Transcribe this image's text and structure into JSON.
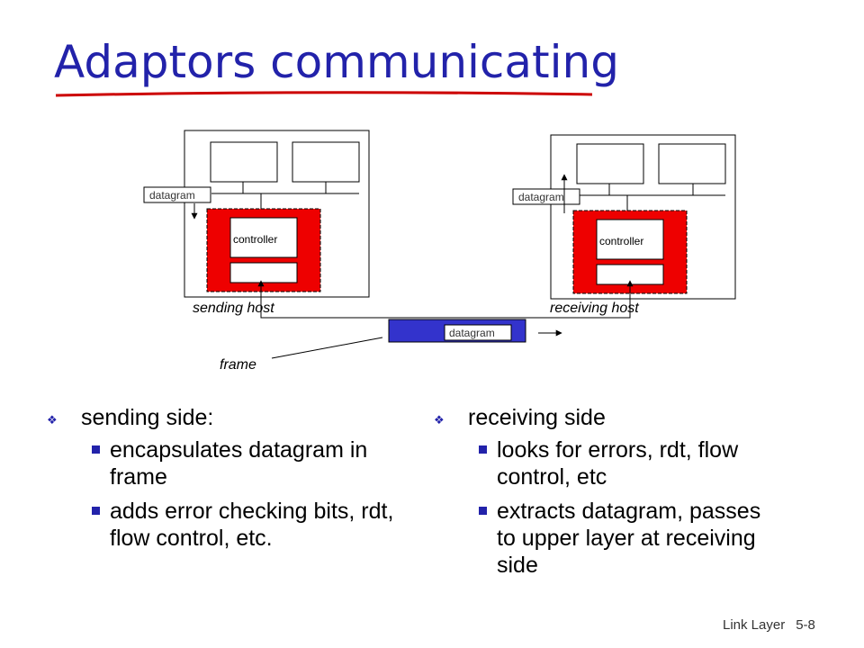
{
  "slide": {
    "title": "Adaptors communicating"
  },
  "diagram": {
    "sending_host_label": "sending host",
    "receiving_host_label": "receiving host",
    "controller_label": "controller",
    "datagram_label": "datagram",
    "frame_label": "frame"
  },
  "left_column": {
    "heading": "sending side:",
    "items": [
      "encapsulates datagram in frame",
      "adds error checking bits, rdt, flow control, etc."
    ]
  },
  "right_column": {
    "heading": "receiving side",
    "items": [
      "looks for errors, rdt, flow control, etc",
      "extracts datagram, passes to upper layer at receiving side"
    ]
  },
  "footer": {
    "chapter": "Link Layer",
    "page": "5-8"
  },
  "colors": {
    "title": "#2222aa",
    "adaptor": "#ee0000",
    "frame": "#3333cc"
  }
}
